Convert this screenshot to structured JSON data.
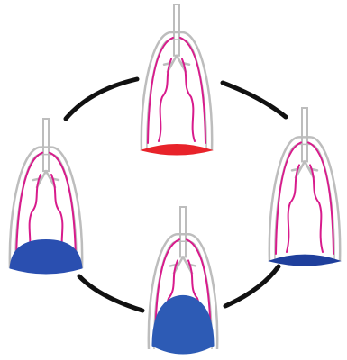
{
  "diagram": {
    "cycle_arrow_color": "#111111",
    "outline_color": "#bdbdbd",
    "airway_color": "#d81b8c",
    "lungs": [
      {
        "name": "top",
        "diaphragm_state": "flat",
        "diaphragm_color": "#e8232a",
        "diaphragm_fill": 0.1
      },
      {
        "name": "right",
        "diaphragm_state": "flat",
        "diaphragm_color": "#1f3f9c",
        "diaphragm_fill": 0.1
      },
      {
        "name": "bottom",
        "diaphragm_state": "domed",
        "diaphragm_color": "#2d5bb5",
        "diaphragm_fill": 0.42
      },
      {
        "name": "left",
        "diaphragm_state": "raised",
        "diaphragm_color": "#2a4fb0",
        "diaphragm_fill": 0.22
      }
    ]
  }
}
